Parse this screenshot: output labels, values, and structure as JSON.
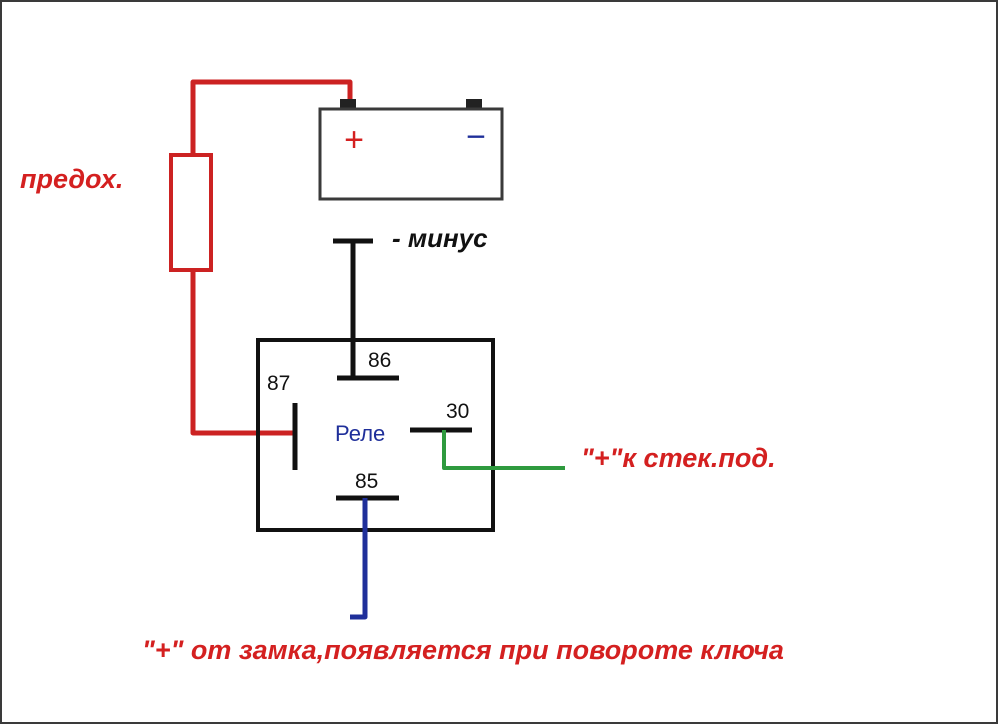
{
  "colors": {
    "background": "#ffffff",
    "frame": "#3a3a3a",
    "wire_positive": "#cc2222",
    "wire_negative": "#111111",
    "wire_ignition": "#1f2f9a",
    "wire_output": "#2e9a3e",
    "text_red": "#d42020",
    "text_dark": "#111111",
    "text_blue": "#1f2f9a"
  },
  "battery": {
    "plus_symbol": "+",
    "minus_symbol": "−"
  },
  "fuse": {
    "label": "предох."
  },
  "ground": {
    "label": "- минус"
  },
  "relay": {
    "label": "Реле",
    "pins": {
      "p86": "86",
      "p87": "87",
      "p30": "30",
      "p85": "85"
    }
  },
  "output": {
    "label": "\"+\"к стек.под."
  },
  "ignition": {
    "label": "\"+\" от замка,появляется при повороте ключа"
  }
}
